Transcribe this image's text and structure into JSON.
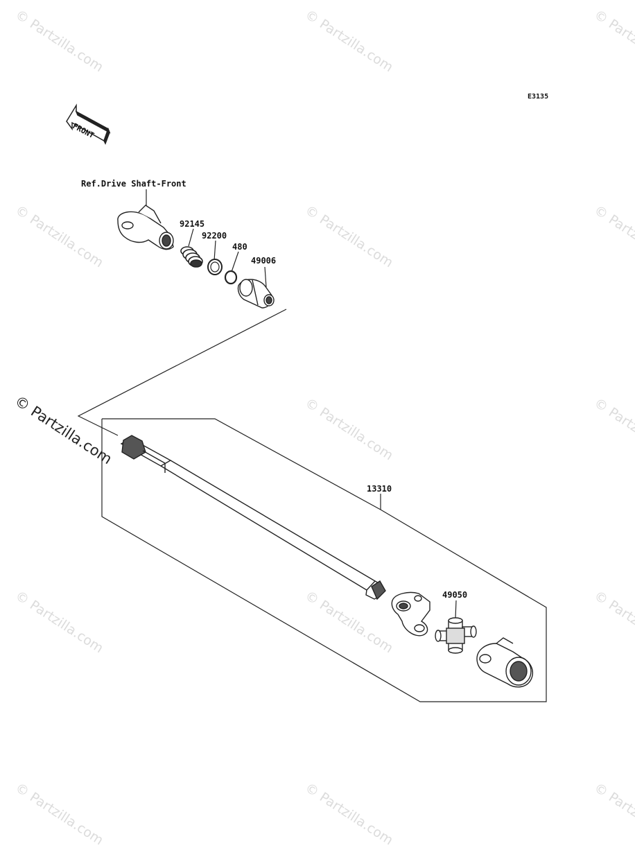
{
  "diagram": {
    "code": "E3135",
    "front_arrow_label": "FRONT",
    "reference_label": "Ref.Drive Shaft-Front",
    "watermark": "© Partzilla.com",
    "parts": [
      {
        "number": "92145"
      },
      {
        "number": "92200"
      },
      {
        "number": "480"
      },
      {
        "number": "49006"
      },
      {
        "number": "13310"
      },
      {
        "number": "49050"
      }
    ]
  }
}
